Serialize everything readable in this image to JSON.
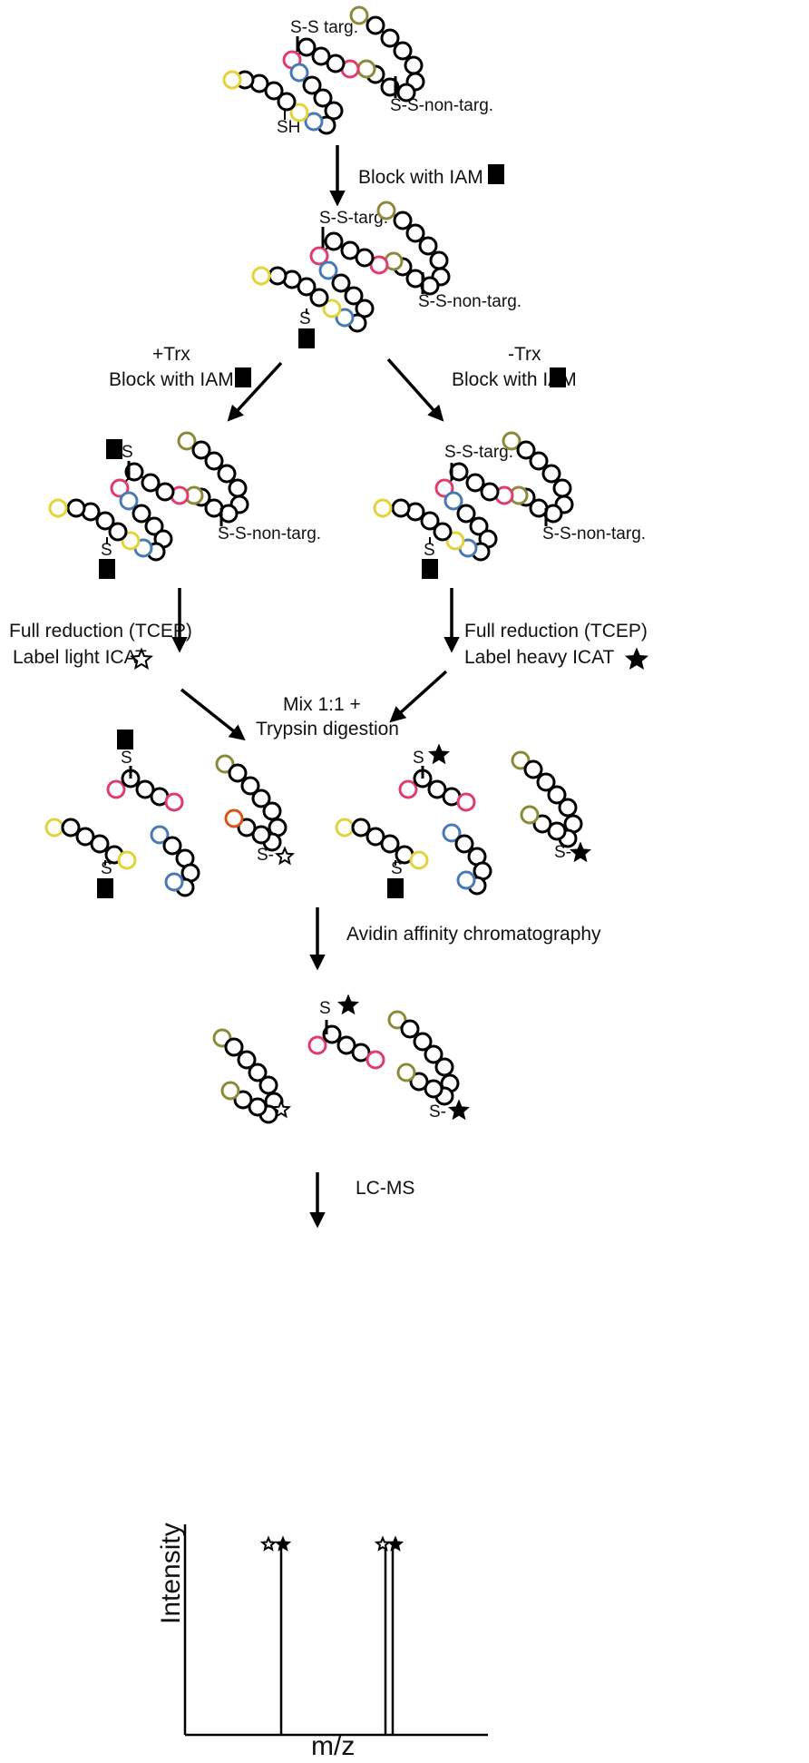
{
  "colors": {
    "residue": "#ffffff",
    "outline": "#000000",
    "pink": "#e03c6e",
    "blue": "#4a7ab5",
    "yellow": "#e3d33a",
    "olive": "#8c8a3a",
    "orange": "#d9541a",
    "blocker": "#000000"
  },
  "labels": {
    "top_ss_targ": "S-S targ.",
    "top_ss_nontarg": "S-S-non-targ.",
    "top_sh": "SH",
    "step_block1": "Block with IAM",
    "blocked_ss_targ": "S-S-targ.",
    "blocked_ss_nontarg": "S-S-non-targ.",
    "s": "S",
    "plus_trx": "+Trx",
    "minus_trx": "-Trx",
    "block_iam_left": "Block with IAM",
    "block_iam_right": "Block with IAM",
    "full_red_left": "Full reduction (TCEP)",
    "light_icat": "Label light ICAT",
    "full_red_right": "Full reduction (TCEP)",
    "heavy_icat": "Label heavy ICAT",
    "mix": "Mix 1:1  +",
    "trypsin": "Trypsin digestion",
    "s_dash": "S-",
    "avidin": "Avidin affinity chromatography",
    "lcms": "LC-MS",
    "intensity": "Intensity",
    "mz": "m/z"
  },
  "icons": [
    "black-square-iam-icon",
    "open-star-light-icat-icon",
    "filled-star-heavy-icat-icon",
    "down-arrow-icon"
  ]
}
